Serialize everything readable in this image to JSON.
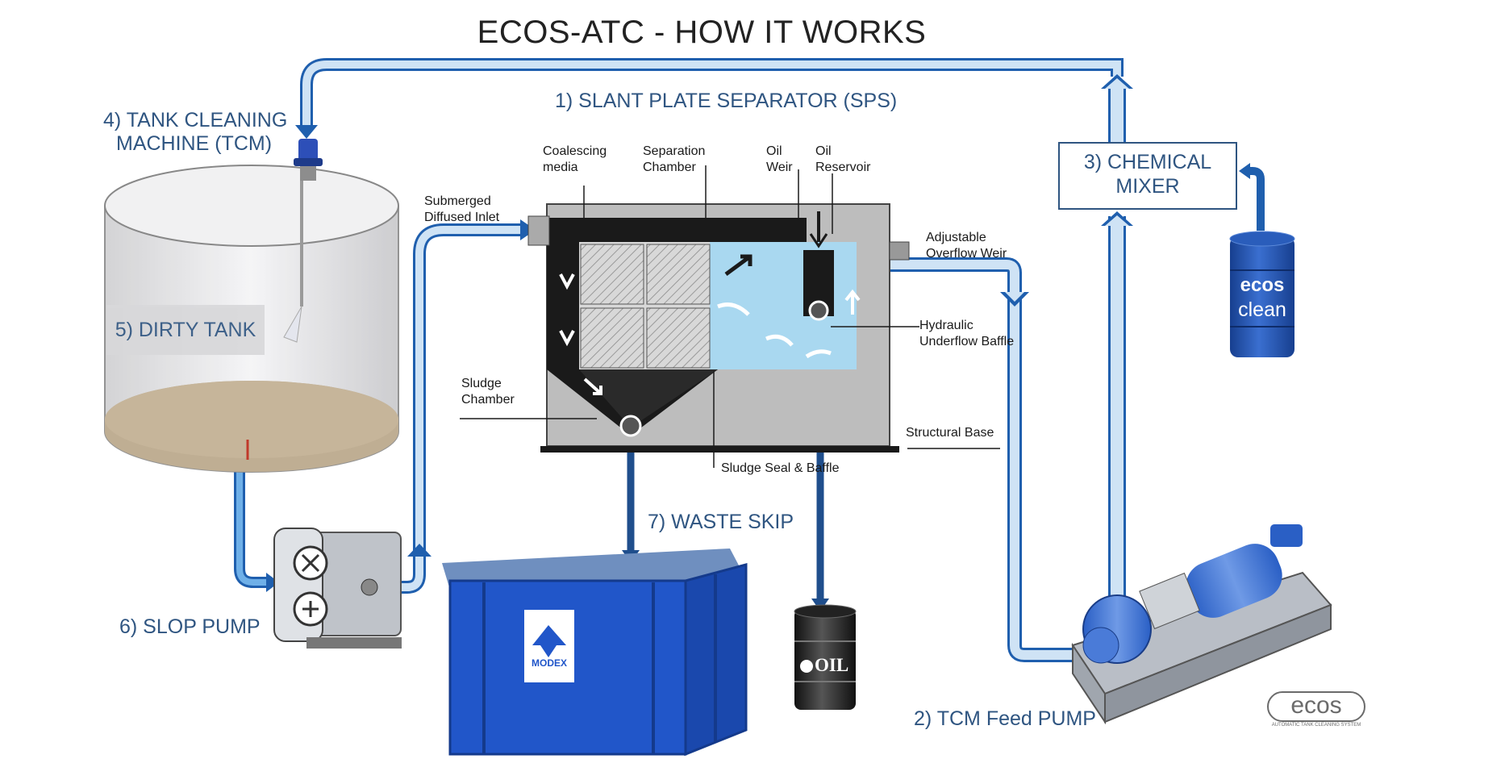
{
  "title": "ECOS-ATC - HOW IT WORKS",
  "components": {
    "sps": "1) SLANT PLATE SEPARATOR (SPS)",
    "feed_pump": "2) TCM Feed PUMP",
    "mixer_line1": "3) CHEMICAL",
    "mixer_line2": "MIXER",
    "tcm_line1": "4) TANK CLEANING",
    "tcm_line2": "MACHINE (TCM)",
    "dirty_tank": "5) DIRTY TANK",
    "slop_pump": "6) SLOP PUMP",
    "waste_skip": "7) WASTE SKIP"
  },
  "sps_callouts": {
    "coalescing_1": "Coalescing",
    "coalescing_2": "media",
    "separation_1": "Separation",
    "separation_2": "Chamber",
    "oil_weir_1": "Oil",
    "oil_weir_2": "Weir",
    "oil_res_1": "Oil",
    "oil_res_2": "Reservoir",
    "inlet_1": "Submerged",
    "inlet_2": "Diffused Inlet",
    "overflow_1": "Adjustable",
    "overflow_2": "Overflow Weir",
    "baffle_1": "Hydraulic",
    "baffle_2": "Underflow Baffle",
    "sludge_1": "Sludge",
    "sludge_2": "Chamber",
    "base": "Structural Base",
    "seal": "Sludge Seal & Baffle"
  },
  "product_labels": {
    "drum_brand": "ecos",
    "drum_sub": "clean",
    "oil_drum": "OIL",
    "skip_brand": "MODEX",
    "logo": "ecos",
    "logo_tagline": "AUTOMATIC TANK CLEANING SYSTEM"
  },
  "colors": {
    "pipe_fill": "#cfe3f5",
    "pipe_border": "#1f5fae",
    "label_blue": "#2f5581",
    "water": "#a9d8f0",
    "skip_blue": "#2156c9",
    "dark_line": "#1f4e8c"
  }
}
